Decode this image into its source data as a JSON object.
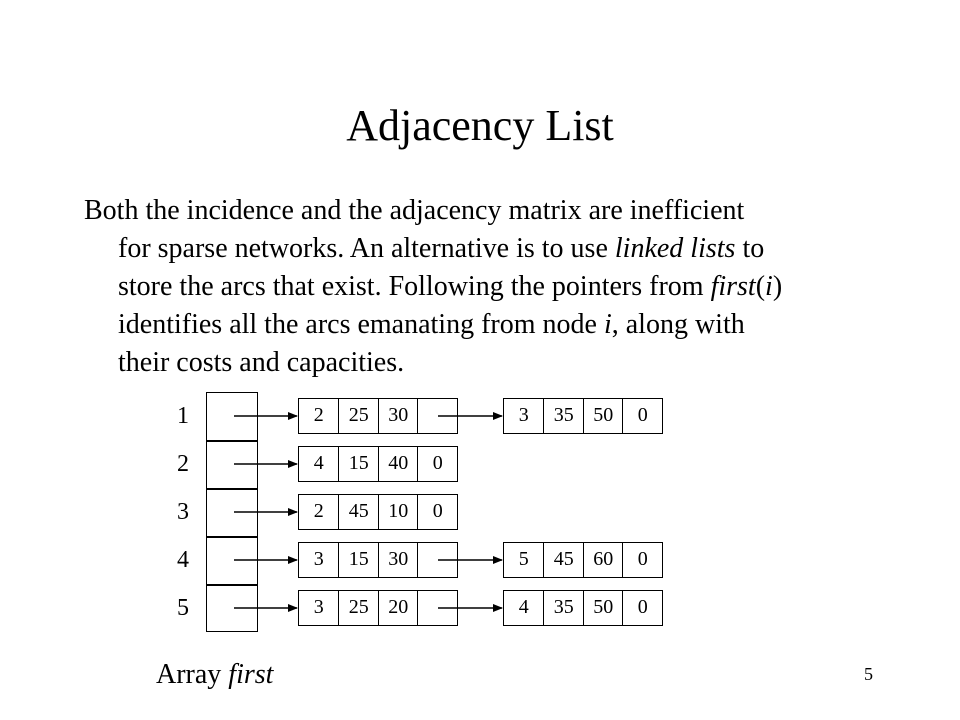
{
  "title": "Adjacency List",
  "paragraph": {
    "lines": [
      [
        {
          "t": "Both the incidence and the adjacency matrix are inefficient"
        }
      ],
      [
        {
          "t": "for sparse networks.  An alternative is to use "
        },
        {
          "t": "linked lists",
          "i": true
        },
        {
          "t": " to"
        }
      ],
      [
        {
          "t": "store the arcs that exist. Following the pointers from "
        },
        {
          "t": "first",
          "i": true
        },
        {
          "t": "("
        },
        {
          "t": "i",
          "i": true
        },
        {
          "t": ")"
        }
      ],
      [
        {
          "t": "identifies all the arcs emanating from node "
        },
        {
          "t": "i",
          "i": true
        },
        {
          "t": ", along with"
        }
      ],
      [
        {
          "t": "their costs and capacities."
        }
      ]
    ]
  },
  "nodes": [
    "1",
    "2",
    "3",
    "4",
    "5"
  ],
  "records": [
    [
      [
        "2",
        "25",
        "30",
        ""
      ],
      [
        "3",
        "35",
        "50",
        "0"
      ]
    ],
    [
      [
        "4",
        "15",
        "40",
        "0"
      ]
    ],
    [
      [
        "2",
        "45",
        "10",
        "0"
      ]
    ],
    [
      [
        "3",
        "15",
        "30",
        ""
      ],
      [
        "5",
        "45",
        "60",
        "0"
      ]
    ],
    [
      [
        "3",
        "25",
        "20",
        ""
      ],
      [
        "4",
        "35",
        "50",
        "0"
      ]
    ]
  ],
  "caption": {
    "prefix": "Array ",
    "italic": "first"
  },
  "page_number": "5"
}
